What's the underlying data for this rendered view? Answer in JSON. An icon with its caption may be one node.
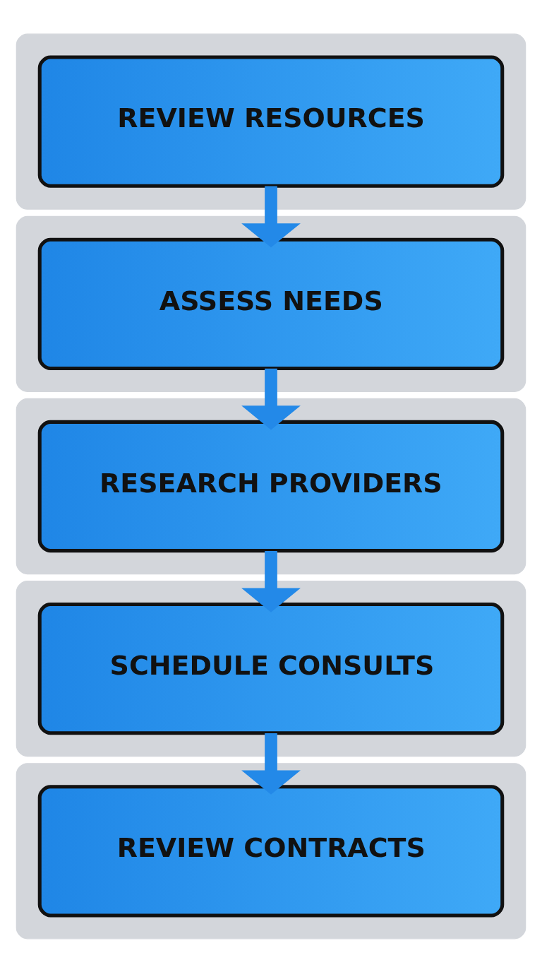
{
  "diagram": {
    "nodes": [
      {
        "text": [],
        "shape": "band"
      },
      {
        "text": [
          "REVIEW RESOURCES"
        ],
        "in": 0
      },
      {
        "text": [],
        "shape": "band"
      },
      {
        "text": [
          "ASSESS NEEDS"
        ],
        "in": 2
      },
      {
        "text": [],
        "shape": "band"
      },
      {
        "text": [
          "RESEARCH PROVIDERS"
        ],
        "in": 4
      },
      {
        "text": [],
        "shape": "band"
      },
      {
        "text": [
          "SCHEDULE CONSULTS"
        ],
        "in": 6
      },
      {
        "text": [],
        "shape": "band"
      },
      {
        "text": [
          "REVIEW CONTRACTS"
        ],
        "in": 8
      }
    ],
    "edges": [
      {
        "from": 1,
        "to": 3,
        "arrow": "to"
      },
      {
        "from": 3,
        "to": 5,
        "arrow": "to"
      },
      {
        "from": 5,
        "to": 7,
        "arrow": "to"
      },
      {
        "from": 7,
        "to": 9,
        "arrow": "to"
      }
    ]
  }
}
